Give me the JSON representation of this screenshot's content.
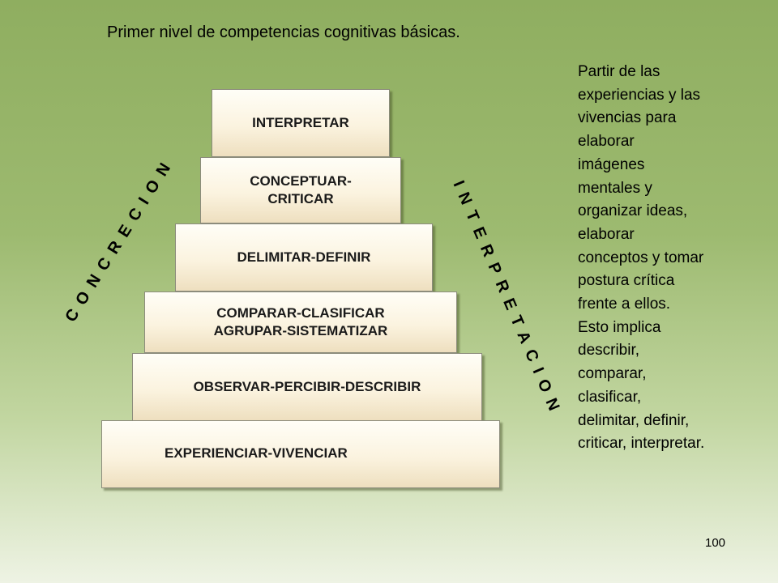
{
  "slide": {
    "title": "Primer nivel de competencias cognitivas básicas.",
    "steps": [
      "EXPERIENCIAR-VIVENCIAR",
      "OBSERVAR-PERCIBIR-DESCRIBIR",
      "COMPARAR-CLASIFICAR\nAGRUPAR-SISTEMATIZAR",
      "DELIMITAR-DEFINIR",
      "CONCEPTUAR-\nCRITICAR",
      "INTERPRETAR"
    ],
    "left_arrow_label": "CONCRECION",
    "right_arrow_label": "INTERPRETACION",
    "description": "Partir de las\nexperiencias   y las\nvivencias para\nelaborar\nimágenes\nmentales y\norganizar ideas,\nelaborar\nconceptos y tomar\npostura crítica\nfrente a ellos.\nEsto implica\ndescribir,\ncomparar,\nclasificar,\ndelimitar, definir,\ncriticar, interpretar.",
    "page_number": "100"
  }
}
